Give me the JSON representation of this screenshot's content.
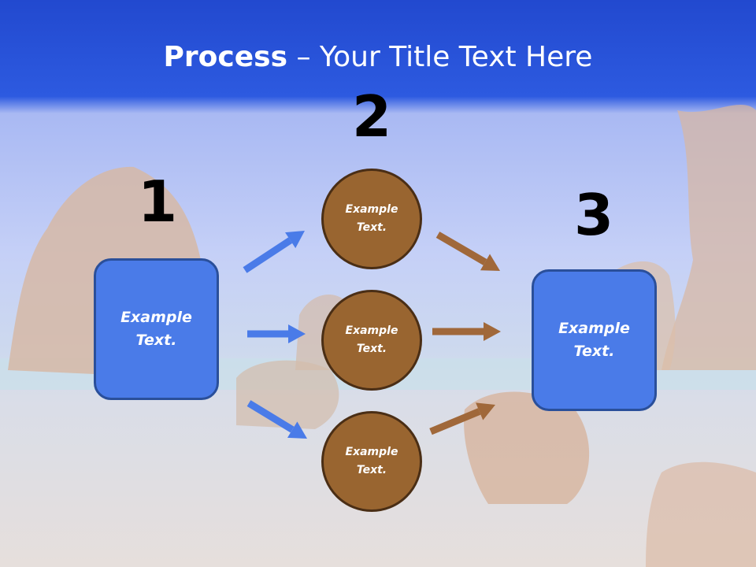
{
  "title": {
    "bold": "Process",
    "rest": " – Your Title Text Here"
  },
  "steps": [
    {
      "number": "1",
      "text": "Example\nText."
    },
    {
      "number": "2"
    },
    {
      "number": "3",
      "text": "Example\nText."
    }
  ],
  "circles": [
    {
      "text": "Example\nText."
    },
    {
      "text": "Example\nText."
    },
    {
      "text": "Example\nText."
    }
  ],
  "colors": {
    "header_blue": "#2a55d6",
    "box_blue": "#4a7be8",
    "arrow_blue": "#4a7be8",
    "circle_brown": "#996530",
    "arrow_brown": "#a0683a"
  }
}
